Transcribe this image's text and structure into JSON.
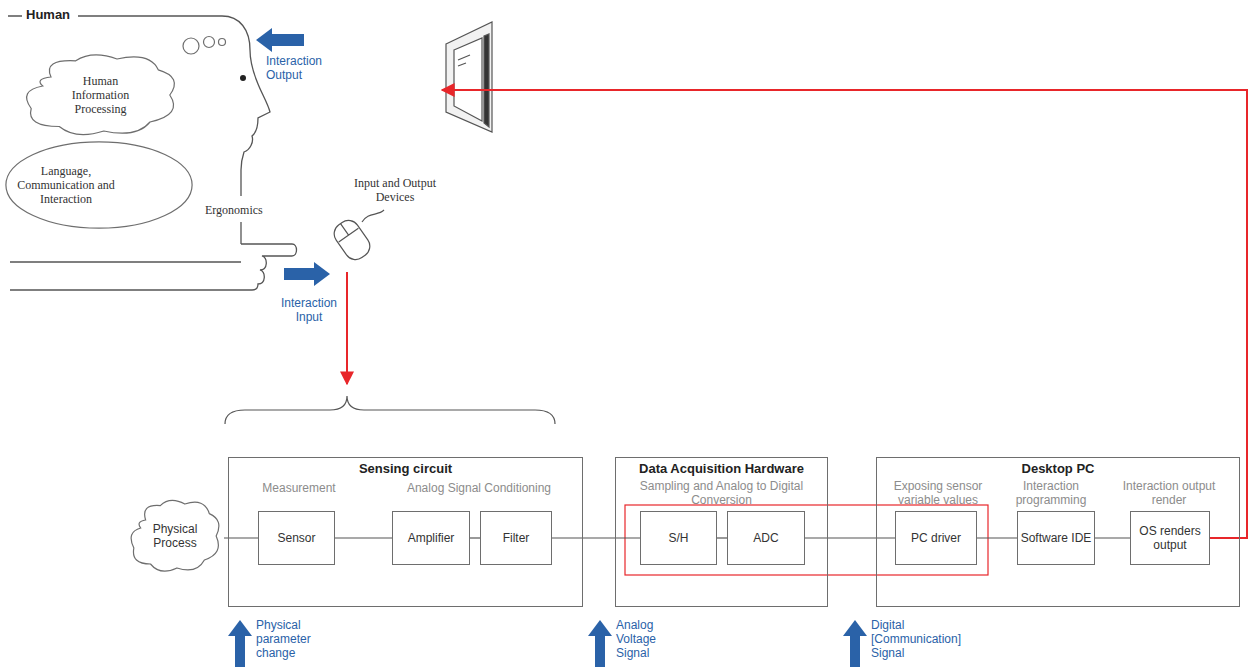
{
  "diagram": {
    "nodes": [
      {
        "text": [
          "Human Information Processing"
        ]
      },
      {
        "text": [
          "Language, Communication and Interaction"
        ]
      },
      {
        "text": [
          "Physical Process"
        ]
      },
      {
        "text": [
          "Sensing circuit",
          "Measurement",
          "Analog Signal Conditioning"
        ]
      },
      {
        "text": [
          "Sensor"
        ],
        "in": 3
      },
      {
        "text": [
          "Amplifier"
        ],
        "in": 3
      },
      {
        "text": [
          "Filter"
        ],
        "in": 3
      },
      {
        "text": [
          "Data Acquisition Hardware",
          "Sampling and Analog to Digital Conversion"
        ]
      },
      {
        "text": [
          "S/H"
        ],
        "in": 7
      },
      {
        "text": [
          "ADC"
        ],
        "in": 7
      },
      {
        "text": [
          "Desktop PC",
          "Exposing sensor variable values",
          "Interaction programming",
          "Interaction output render"
        ]
      },
      {
        "text": [
          "PC driver"
        ],
        "in": 10
      },
      {
        "text": [
          "Software IDE"
        ],
        "in": 10
      },
      {
        "text": [
          "OS renders output"
        ],
        "in": 10
      }
    ],
    "edges": [
      {
        "from": 2,
        "to": 4,
        "arrow": "none"
      },
      {
        "from": 4,
        "to": 5,
        "arrow": "none"
      },
      {
        "from": 5,
        "to": 6,
        "arrow": "none"
      },
      {
        "from": 6,
        "to": 8,
        "arrow": "none"
      },
      {
        "from": 8,
        "to": 9,
        "arrow": "none"
      },
      {
        "from": 9,
        "to": 11,
        "arrow": "none"
      },
      {
        "from": 11,
        "to": 12,
        "arrow": "none"
      },
      {
        "from": 12,
        "to": 13,
        "arrow": "none"
      }
    ],
    "labels": [
      "Human",
      "Interaction Output",
      "Ergonomics",
      "Input and Output Devices",
      "Interaction Input",
      "Physical parameter change",
      "Analog Voltage Signal",
      "Digital [Communication] Signal"
    ]
  }
}
